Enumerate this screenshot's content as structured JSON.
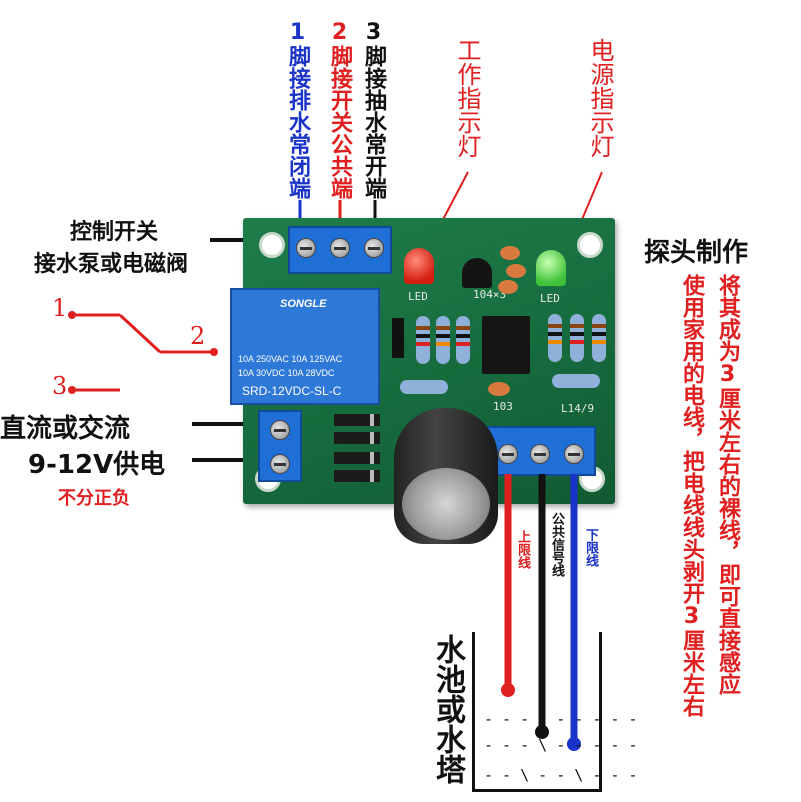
{
  "top_labels": {
    "pin1": "1脚接排水常闭端",
    "pin2": "2脚接开关公共端",
    "pin3": "3脚接抽水常开端",
    "work_led": "工作指示灯",
    "power_led": "电源指示灯"
  },
  "left_labels": {
    "control_line1": "控制开关",
    "control_line2": "接水泵或电磁阀",
    "num1": "1",
    "num2": "2",
    "num3": "3",
    "supply_line1": "直流或交流",
    "supply_line2": "9-12V供电",
    "polarity": "不分正负"
  },
  "right_labels": {
    "probe_title": "探头制作",
    "probe_col1": "将其成为3厘米左右的裸线，即可直接感应",
    "probe_col2": "使用家用的电线，把电线线头剥开3厘米左右"
  },
  "wire_labels": {
    "upper": "上限线",
    "common": "公共信号线",
    "lower": "下限线"
  },
  "tank_label": "水池或水塔",
  "board": {
    "relay_brand": "SONGLE",
    "relay_line1": "10A 250VAC  10A 125VAC",
    "relay_line2": "10A  30VDC  10A  28VDC",
    "relay_model": "SRD-12VDC-SL-C",
    "led_left": "LED",
    "led_right": "LED",
    "chip_label": "104×3",
    "cap_label": "103",
    "board_mark": "L14/9"
  },
  "colors": {
    "red": "#e02020",
    "blue": "#1a33c8",
    "black": "#111111",
    "pcb": "#1f7d4a",
    "terminal": "#1f6fd6"
  }
}
